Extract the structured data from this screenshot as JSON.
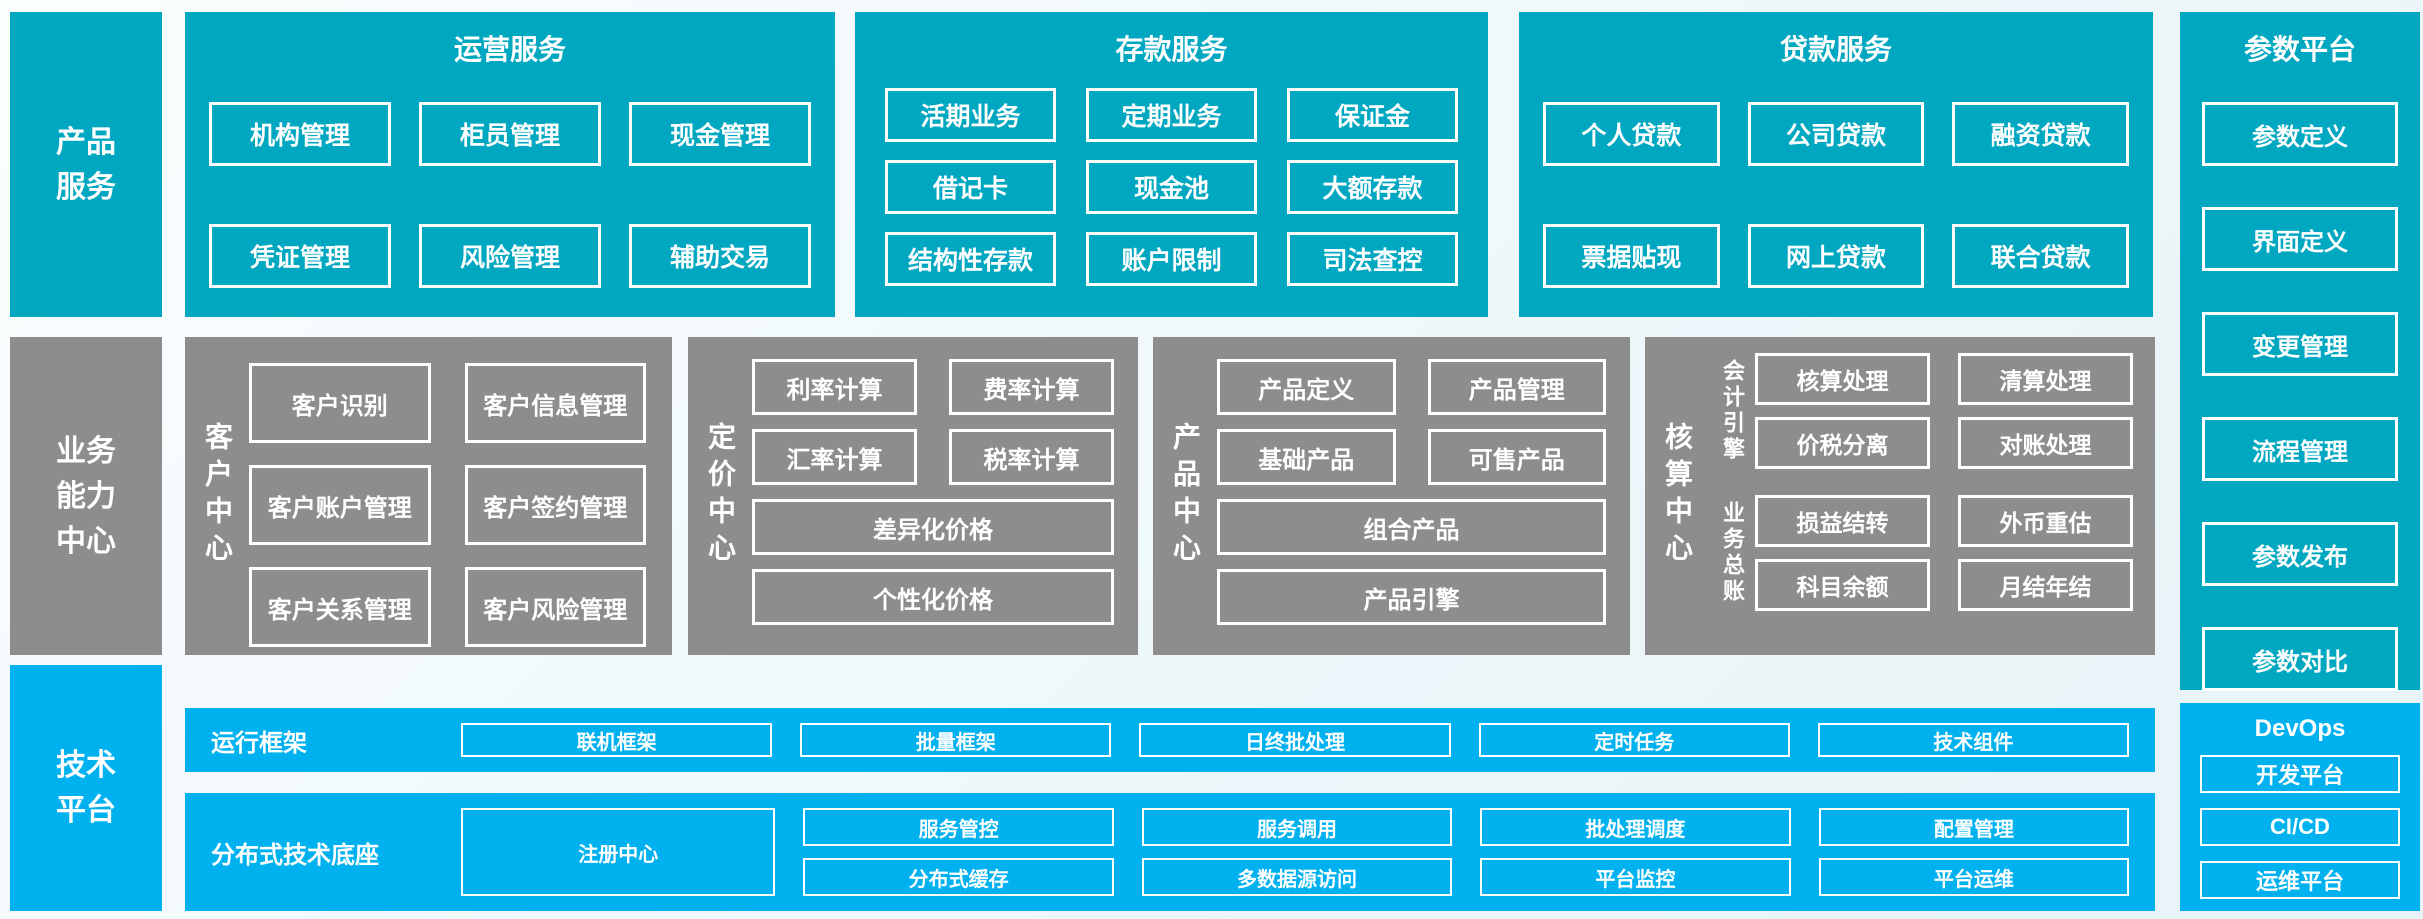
{
  "palette": {
    "teal": "#00a7c0",
    "gray": "#8d8d8d",
    "blue": "#00b1f0",
    "box_border": "#ffffff",
    "text": "#ffffff",
    "background": "#eef7fa"
  },
  "rails": {
    "product": "产品服务",
    "capability": "业务能力中心",
    "tech": "技术平台"
  },
  "operations": {
    "title": "运营服务",
    "items": [
      "机构管理",
      "柜员管理",
      "现金管理",
      "凭证管理",
      "风险管理",
      "辅助交易"
    ]
  },
  "deposits": {
    "title": "存款服务",
    "items": [
      "活期业务",
      "定期业务",
      "保证金",
      "借记卡",
      "现金池",
      "大额存款",
      "结构性存款",
      "账户限制",
      "司法查控"
    ]
  },
  "loans": {
    "title": "贷款服务",
    "items": [
      "个人贷款",
      "公司贷款",
      "融资贷款",
      "票据贴现",
      "网上贷款",
      "联合贷款"
    ]
  },
  "params": {
    "title": "参数平台",
    "items": [
      "参数定义",
      "界面定义",
      "变更管理",
      "流程管理",
      "参数发布",
      "参数对比"
    ]
  },
  "customer": {
    "label": "客户中心",
    "items": [
      "客户识别",
      "客户信息管理",
      "客户账户管理",
      "客户签约管理",
      "客户关系管理",
      "客户风险管理"
    ]
  },
  "pricing": {
    "label": "定价中心",
    "items": [
      "利率计算",
      "费率计算",
      "汇率计算",
      "税率计算"
    ],
    "wide": [
      "差异化价格",
      "个性化价格"
    ]
  },
  "product": {
    "label": "产品中心",
    "items": [
      "产品定义",
      "产品管理",
      "基础产品",
      "可售产品"
    ],
    "wide": [
      "组合产品",
      "产品引擎"
    ]
  },
  "accounting": {
    "label": "核算中心",
    "groups": [
      {
        "label": "会计引擎",
        "items": [
          "核算处理",
          "清算处理",
          "价税分离",
          "对账处理"
        ]
      },
      {
        "label": "业务总账",
        "items": [
          "损益结转",
          "外币重估",
          "科目余额",
          "月结年结"
        ]
      }
    ]
  },
  "runtime": {
    "label": "运行框架",
    "items": [
      "联机框架",
      "批量框架",
      "日终批处理",
      "定时任务",
      "技术组件"
    ]
  },
  "distributed": {
    "label": "分布式技术底座",
    "registry": "注册中心",
    "stacks": [
      [
        "服务管控",
        "分布式缓存"
      ],
      [
        "服务调用",
        "多数据源访问"
      ],
      [
        "批处理调度",
        "平台监控"
      ],
      [
        "配置管理",
        "平台运维"
      ]
    ]
  },
  "devops": {
    "title": "DevOps",
    "items": [
      "开发平台",
      "CI/CD",
      "运维平台"
    ]
  }
}
